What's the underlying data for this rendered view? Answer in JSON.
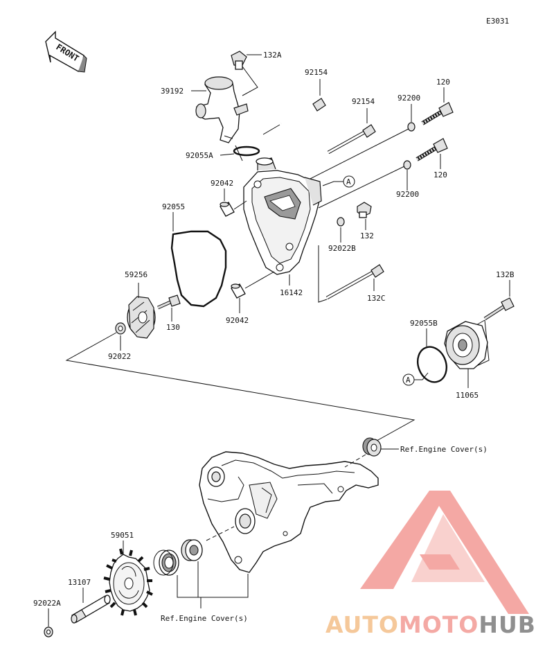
{
  "diagram": {
    "code": "E3031",
    "front_label": "FRONT",
    "parts": {
      "p132A": "132A",
      "p39192": "39192",
      "p92154a": "92154",
      "p92154b": "92154",
      "p92200a": "92200",
      "p120a": "120",
      "p92055A": "92055A",
      "pA1": "A",
      "p92042a": "92042",
      "p92055": "92055",
      "p120b": "120",
      "p92200b": "92200",
      "p132": "132",
      "p92022B": "92022B",
      "p59256": "59256",
      "p16142": "16142",
      "p132C": "132C",
      "p132B": "132B",
      "p130": "130",
      "p92042b": "92042",
      "p92055B": "92055B",
      "p92022": "92022",
      "pA2": "A",
      "p11065": "11065",
      "p59051": "59051",
      "p13107": "13107",
      "p92022A": "92022A"
    },
    "ref_engine_cover_1": "Ref.Engine Cover(s)",
    "ref_engine_cover_2": "Ref.Engine Cover(s)"
  },
  "watermark": {
    "word_part1": "AUTO",
    "word_part2": "MOTO",
    "word_part3": "HUB",
    "colors": {
      "auto": "#f5c89a",
      "moto": "#f4a9a4",
      "hub": "#9a9a9a",
      "logo": "#f39a95"
    }
  }
}
